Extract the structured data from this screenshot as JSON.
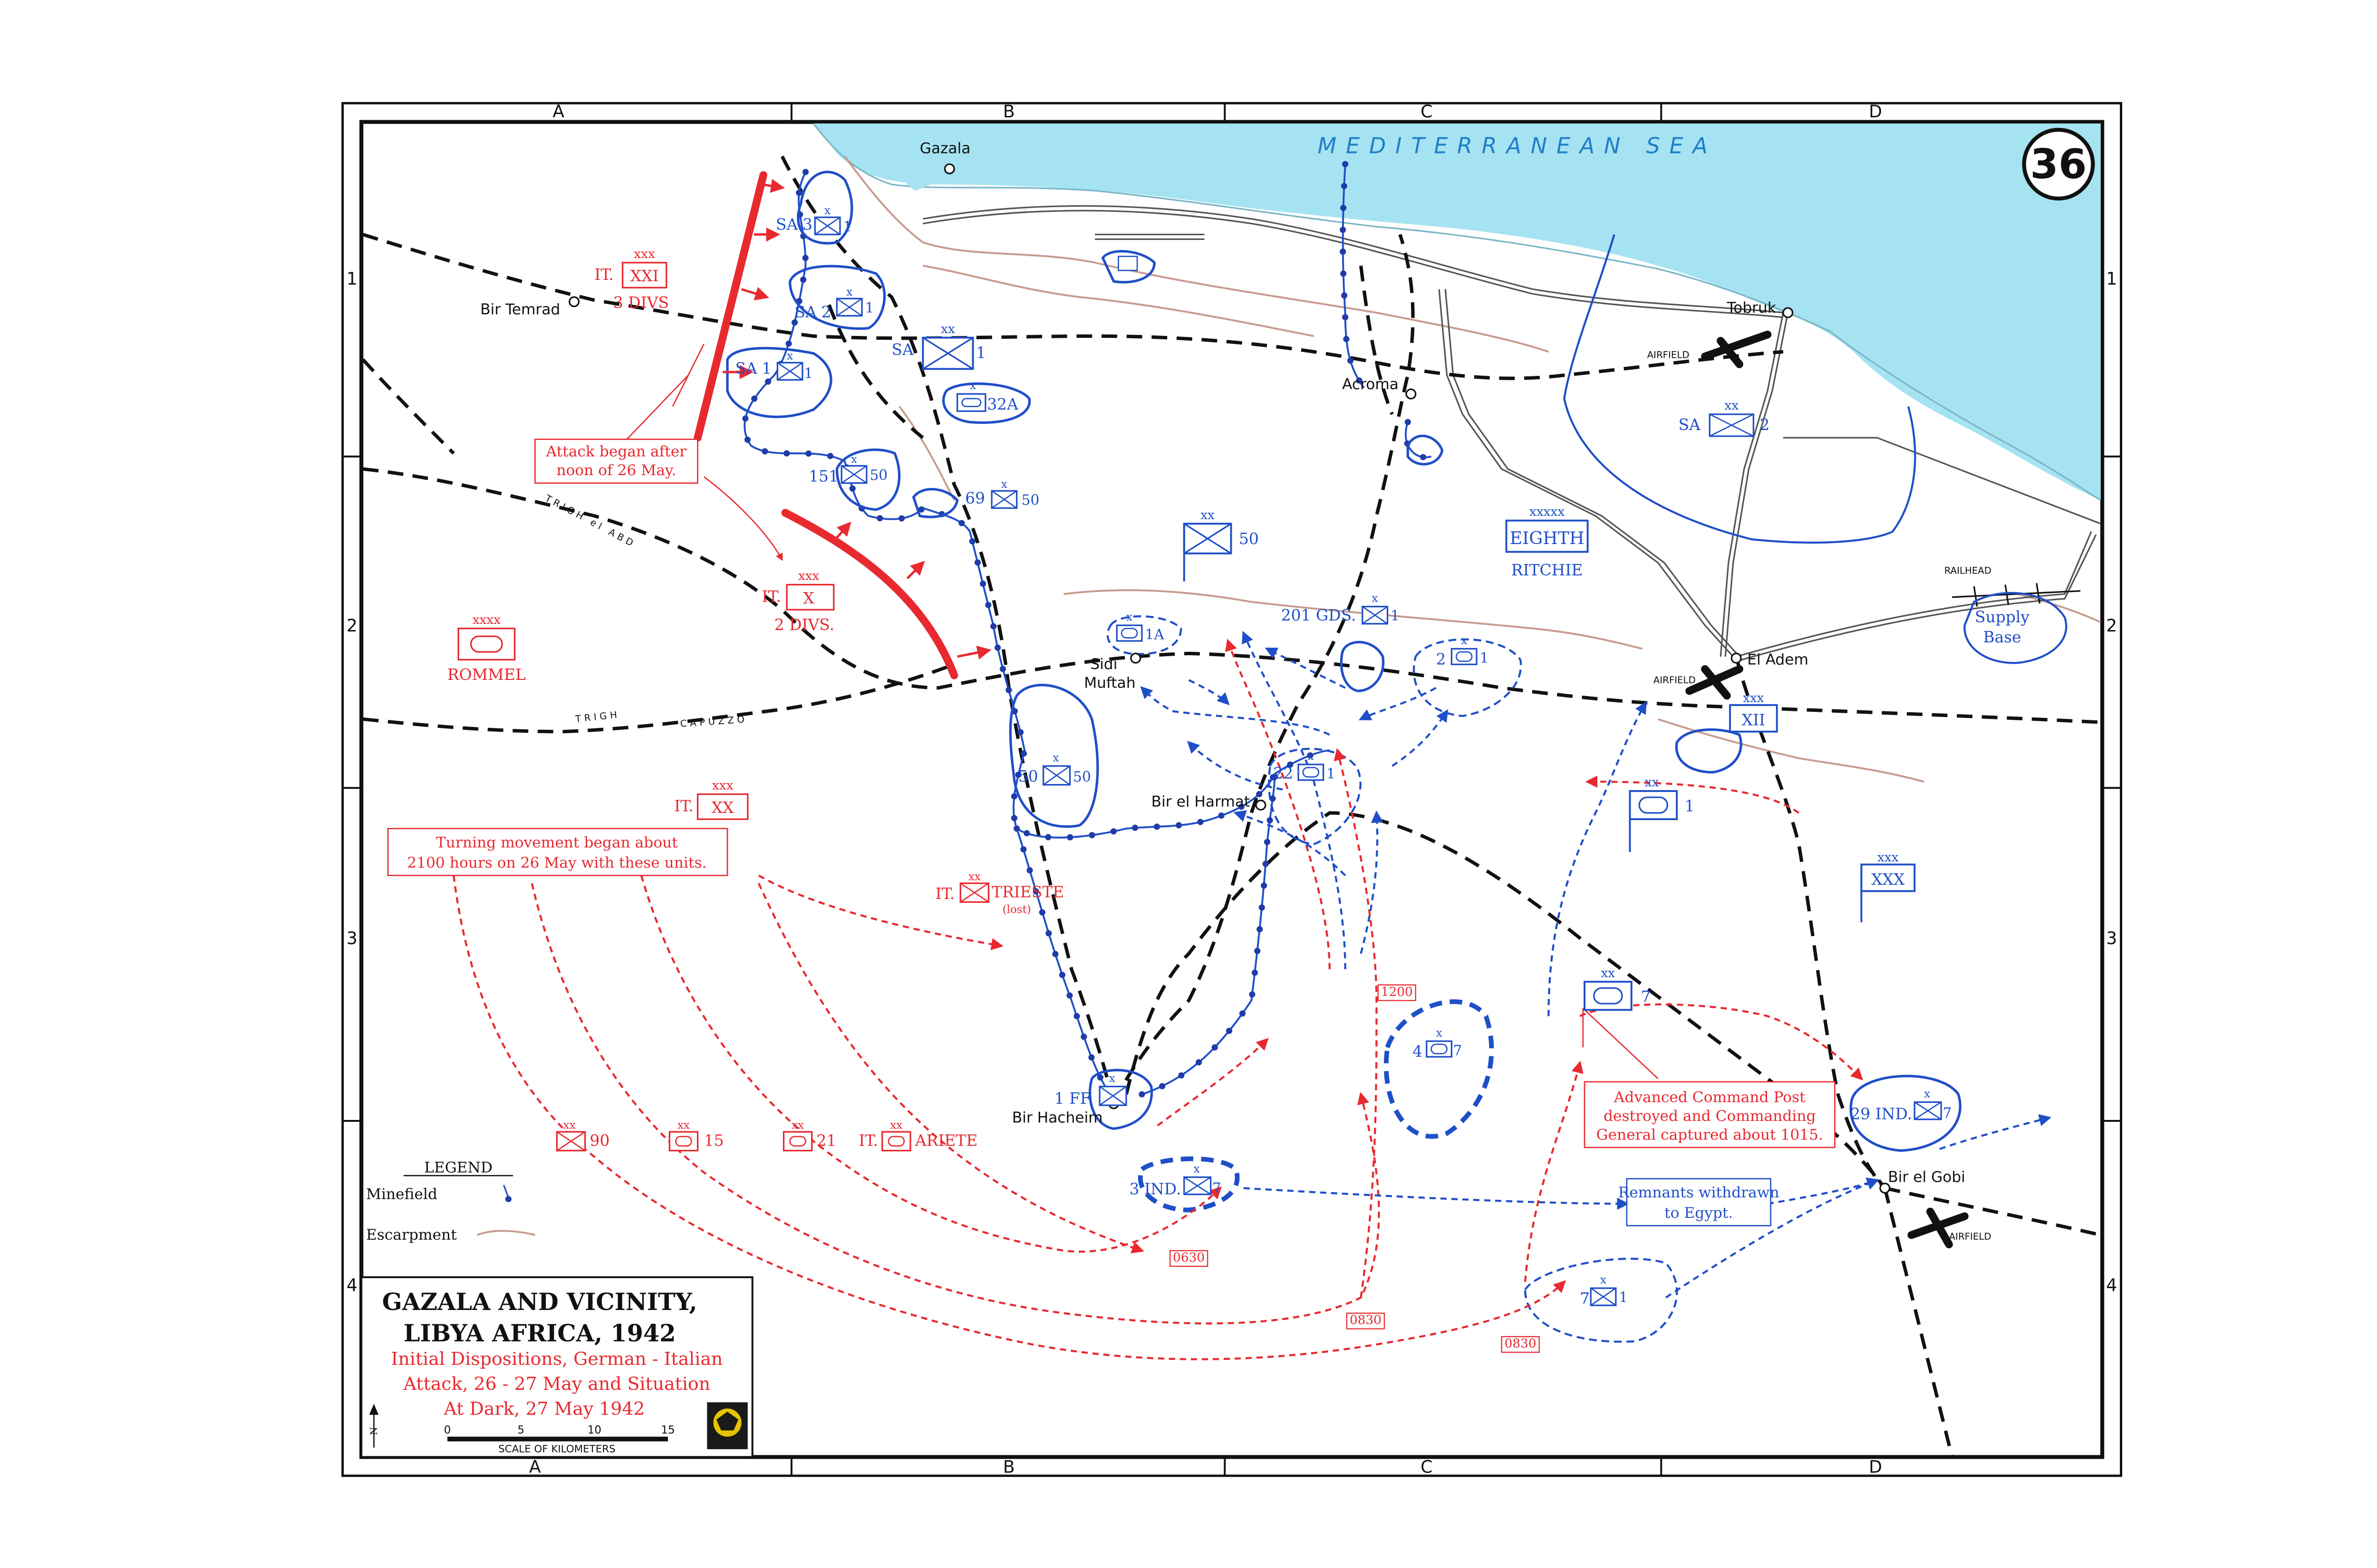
{
  "map": {
    "number": "36",
    "sea_label": "MEDITERRANEAN SEA",
    "grid": {
      "columns": [
        "A",
        "B",
        "C",
        "D"
      ],
      "rows": [
        "1",
        "2",
        "3",
        "4"
      ]
    },
    "colors": {
      "allied": "#1f4fc8",
      "axis": "#e8292f",
      "sea": "#a6e3f2",
      "escarpment": "#c89a8e",
      "roads": "#111111"
    },
    "title": {
      "line1": "GAZALA AND VICINITY,",
      "line2": "LIBYA AFRICA, 1942",
      "sub1": "Initial Dispositions, German - Italian",
      "sub2": "Attack,  26 - 27 May and Situation",
      "sub3": "At Dark, 27 May 1942"
    },
    "scale": {
      "ticks": [
        "0",
        "5",
        "10",
        "15"
      ],
      "label": "SCALE OF KILOMETERS"
    },
    "north_label": "N",
    "legend": {
      "title": "LEGEND",
      "minefield": "Minefield",
      "escarpment": "Escarpment"
    },
    "places": {
      "gazala": "Gazala",
      "bir_temrad": "Bir Temrad",
      "tobruk": "Tobruk",
      "acroma": "Acroma",
      "sidi": "Sidi",
      "muftah": "Muftah",
      "bir_el_harmat": "Bir el Harmat",
      "bir_hacheim": "Bir Hacheim",
      "el_adem": "El Adem",
      "bir_el_gobi": "Bir el Gobi",
      "airfield": "AIRFIELD",
      "railhead": "RAILHEAD",
      "trigh_el_abd": "TRIGH el ABD",
      "trigh": "TRIGH",
      "capuzzo": "CAPUZZO"
    },
    "axis": {
      "xxi_prefix": "IT.",
      "xxi_echelon": "xxx",
      "xxi": "XXI",
      "xxi_divs": "3 DIVS",
      "x_prefix": "IT.",
      "x_echelon": "xxx",
      "x": "X",
      "x_divs": "2 DIVS.",
      "xx_prefix": "IT.",
      "xx_echelon": "xxx",
      "xx": "XX",
      "rommel_echelon": "xxxx",
      "rommel": "ROMMEL",
      "trieste_prefix": "IT.",
      "trieste_echelon": "xx",
      "trieste": "TRIESTE",
      "trieste_note": "(lost)",
      "div_echelon": "xx",
      "d90": "90",
      "d15": "15",
      "d21": "21",
      "ariete_prefix": "IT.",
      "ariete": "ARIETE",
      "note_attack_1": "Attack began after",
      "note_attack_2": "noon of 26 May.",
      "note_turning_1": "Turning movement began about",
      "note_turning_2": "2100 hours on 26 May with these units.",
      "t0630": "0630",
      "t0830a": "0830",
      "t0830b": "0830",
      "t1200": "1200"
    },
    "allied": {
      "sa3_pre": "SA",
      "sa3": "3",
      "sa2_pre": "SA",
      "sa2": "2",
      "sa1_pre": "SA",
      "sa1": "1",
      "sa_bde_num": "1",
      "sa_div_pre": "SA",
      "sa_div": "1",
      "bde32": "32A",
      "b151": "151",
      "b150": "50",
      "b69": "69",
      "b69n": "50",
      "div50": "50",
      "brig_echelon": "x",
      "div_echelon": "xx",
      "army_echelon": "xxxxx",
      "corps_echelon": "xxx",
      "eighth": "EIGHTH",
      "ritchie": "RITCHIE",
      "sa_2_pre": "SA",
      "sa_2": "2",
      "supply_1": "Supply",
      "supply_2": "Base",
      "gds_pre": "201 GDS.",
      "gds": "1",
      "b1a": "1A",
      "b2": "2",
      "b1": "1",
      "b50l": "50",
      "b50r": "50",
      "b22": "22",
      "b22n": "1",
      "xii": "XII",
      "arm1": "1",
      "xxx": "XXX",
      "arm7": "7",
      "b4": "4",
      "b4n": "7",
      "ff_pre": "1 FF",
      "ind29": "29 IND.",
      "ind29n": "7",
      "ind3": "3 IND.",
      "ind3n": "7",
      "b7": "7",
      "b7n": "1",
      "note_cp_1": "Advanced Command Post",
      "note_cp_2": "destroyed and Commanding",
      "note_cp_3": "General captured about 1015.",
      "note_rem_1": "Remnants withdrawn",
      "note_rem_2": "to Egypt."
    }
  }
}
